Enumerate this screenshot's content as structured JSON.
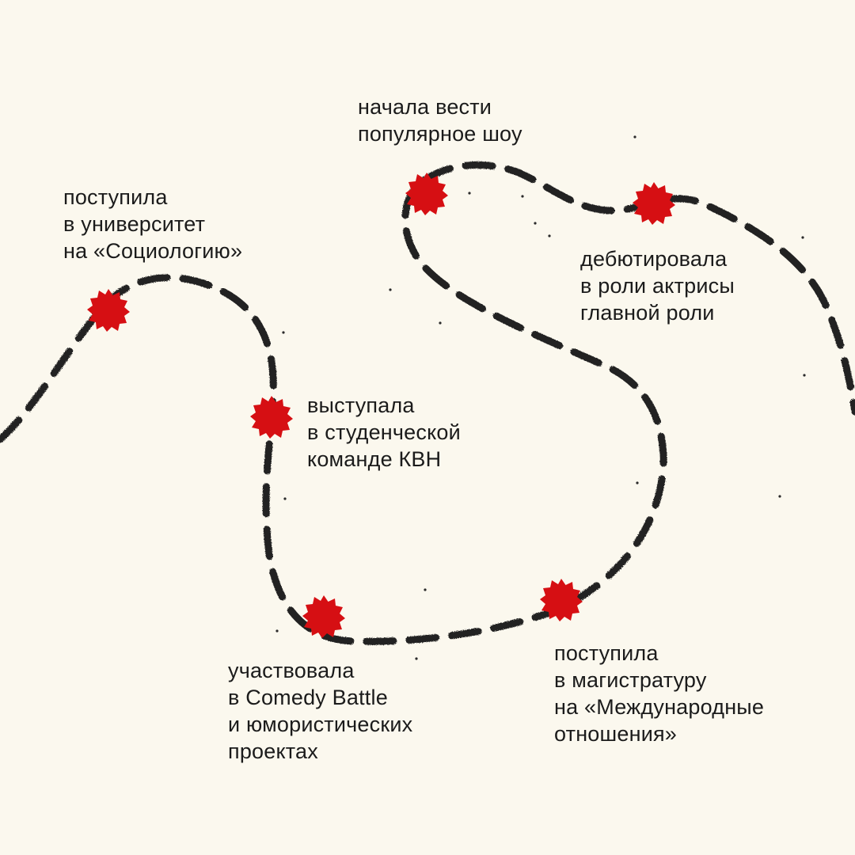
{
  "colors": {
    "background": "#fbf8ee",
    "path": "#202020",
    "marker": "#d60f13",
    "text": "#1b1b1b"
  },
  "timeline": {
    "events": [
      {
        "lines": [
          "поступила",
          "в университет",
          "на «Социологию»"
        ]
      },
      {
        "lines": [
          "начала вести",
          "популярное шоу"
        ]
      },
      {
        "lines": [
          "дебютировала",
          "в роли актрисы",
          "главной роли"
        ]
      },
      {
        "lines": [
          "выступала",
          "в студенческой",
          "команде КВН"
        ]
      },
      {
        "lines": [
          "участвовала",
          "в Comedy Battle",
          "и юмористических",
          "проектах"
        ]
      },
      {
        "lines": [
          "поступила",
          "в магистратуру",
          "на «Международные",
          "отношения»"
        ]
      }
    ]
  }
}
